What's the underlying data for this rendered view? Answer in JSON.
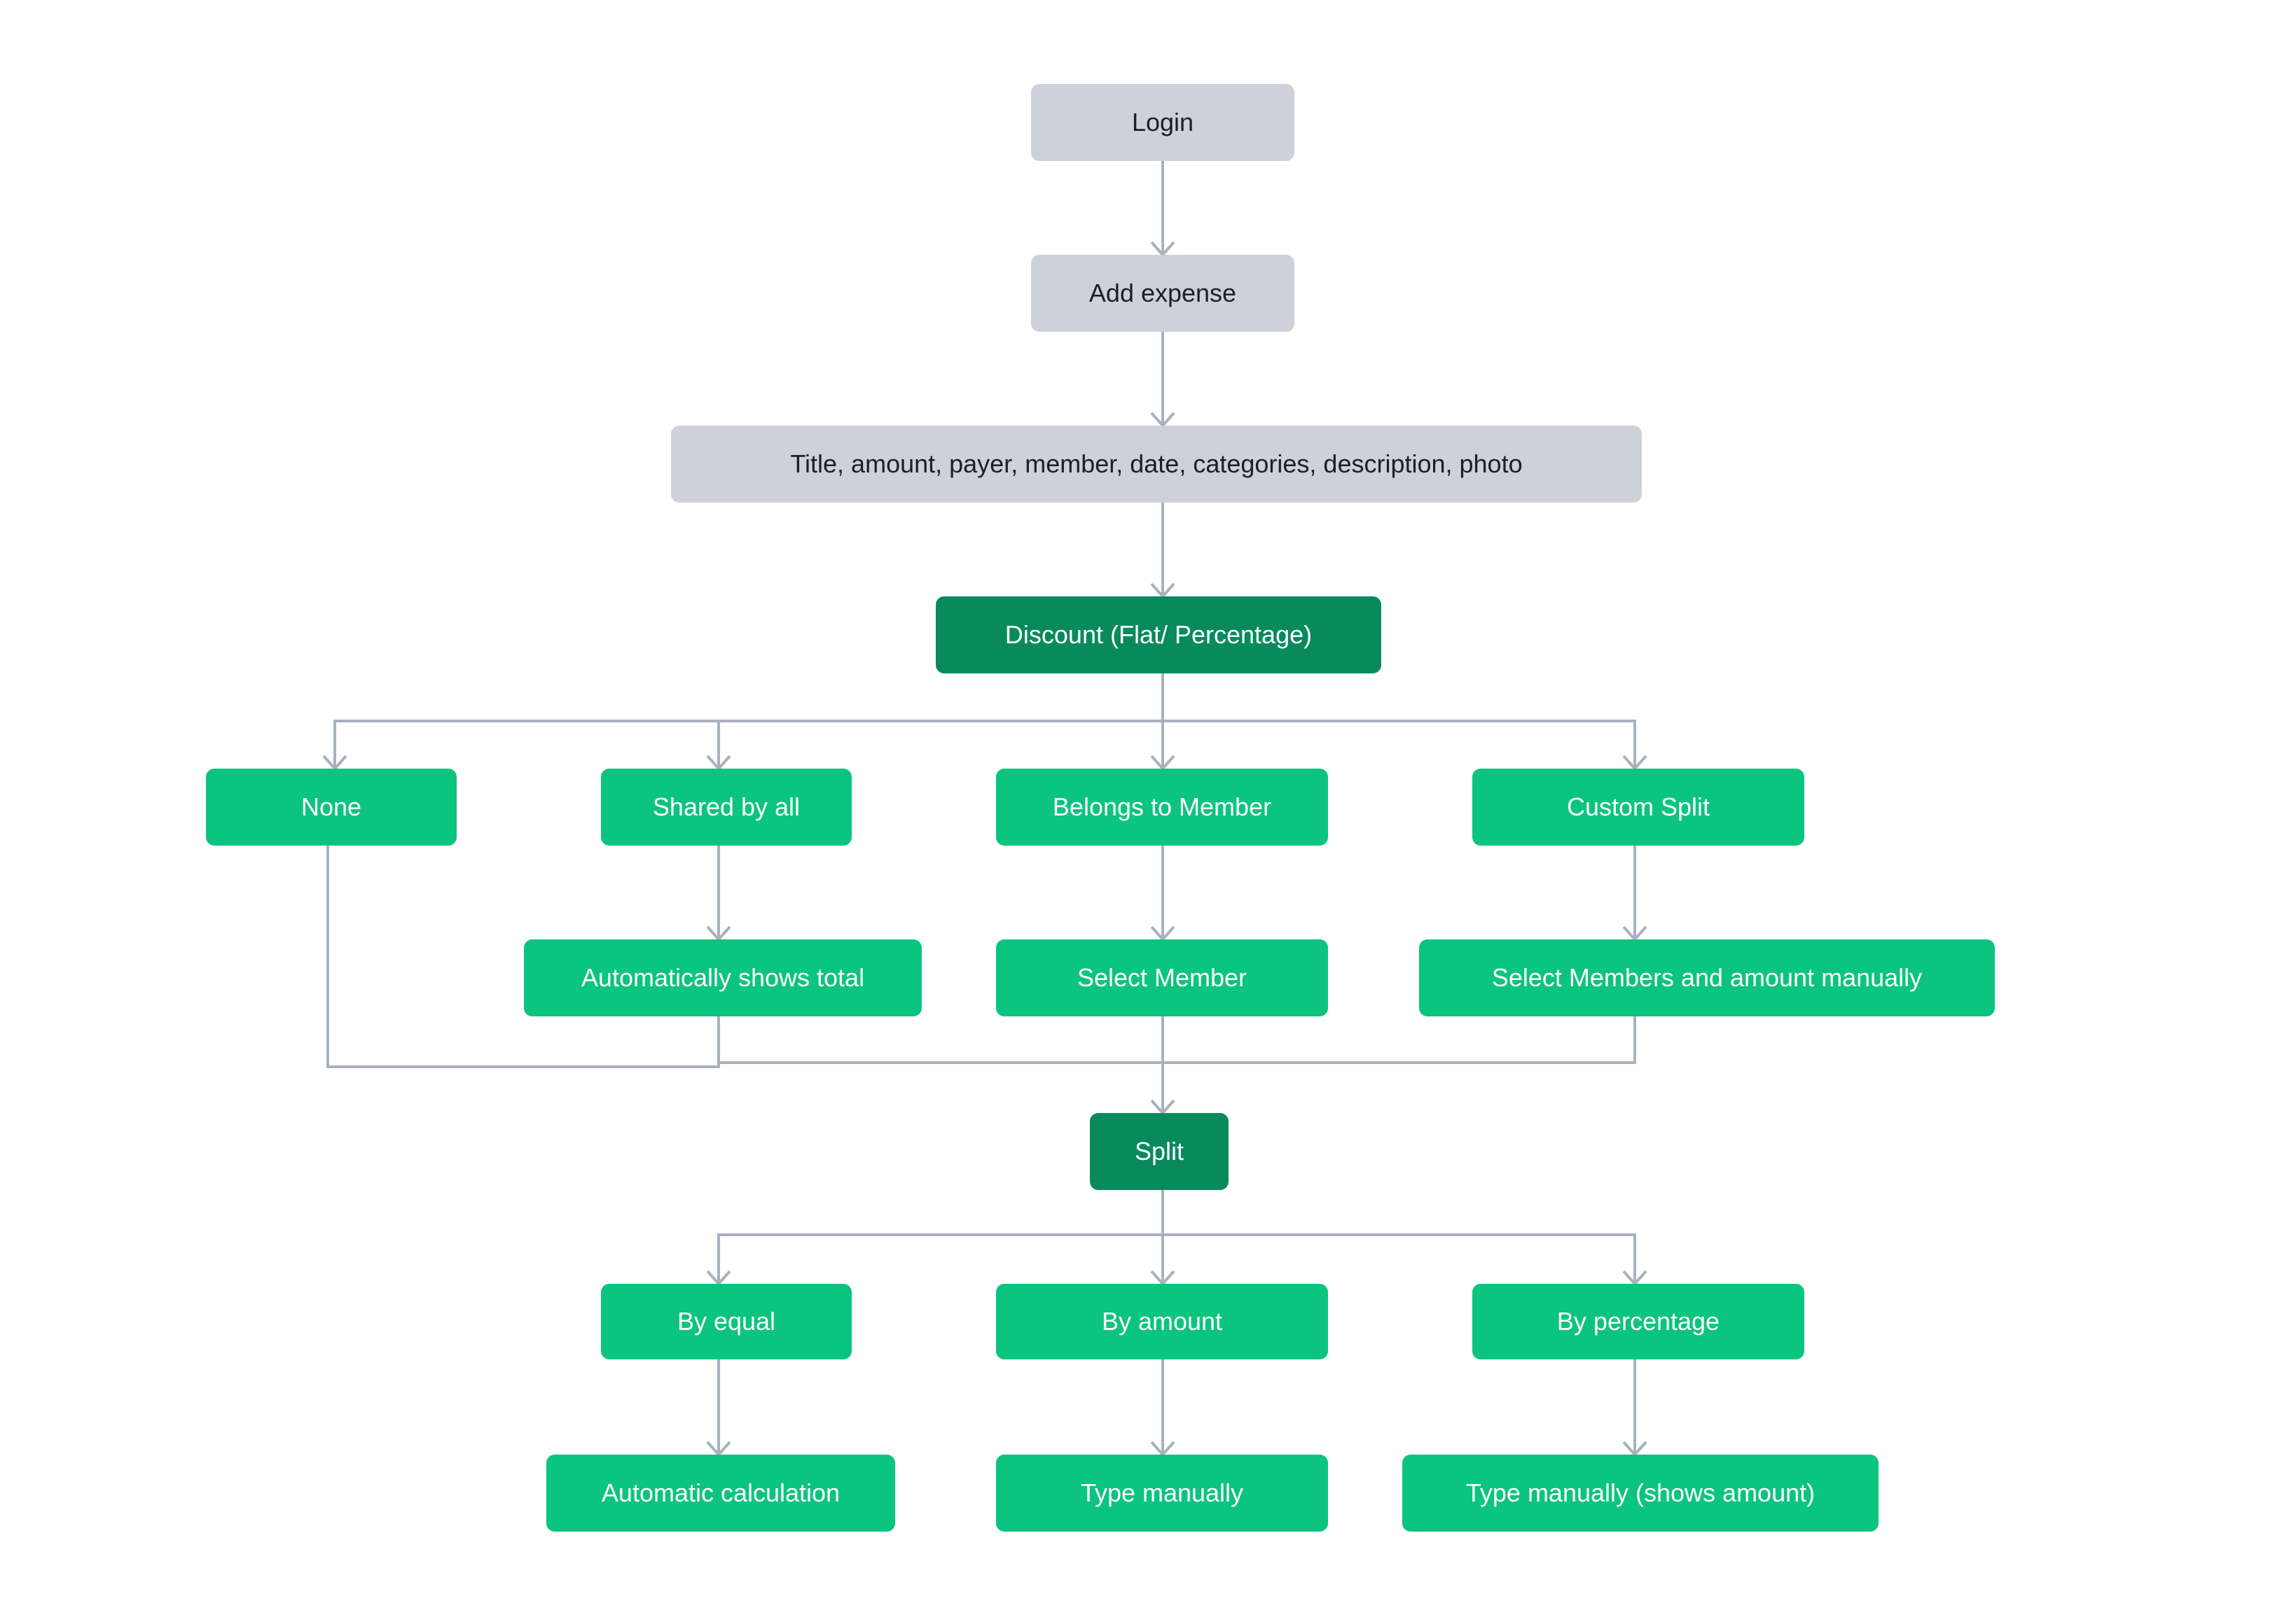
{
  "colors": {
    "neutral_node": "#ced1d9",
    "decision_node": "#088a5c",
    "option_node": "#0bc47f",
    "connector": "#a9b1bd",
    "background": "#ffffff"
  },
  "nodes": {
    "login": "Login",
    "add_expense": "Add expense",
    "fields": "Title, amount, payer, member, date, categories, description, photo",
    "discount": "Discount (Flat/ Percentage)",
    "none": "None",
    "shared_by_all": "Shared by all",
    "belongs_to_member": "Belongs to Member",
    "custom_split": "Custom Split",
    "auto_total": "Automatically shows total",
    "select_member": "Select Member",
    "select_members_manual": "Select Members and amount manually",
    "split": "Split",
    "by_equal": "By equal",
    "by_amount": "By amount",
    "by_percentage": "By percentage",
    "auto_calc": "Automatic calculation",
    "type_manually": "Type manually",
    "type_manually_amount": "Type manually (shows amount)"
  }
}
